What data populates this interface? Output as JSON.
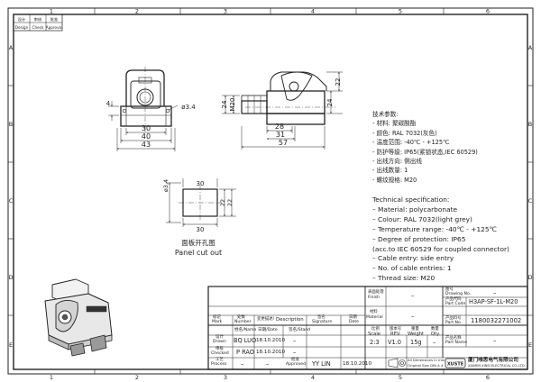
{
  "border_columns": [
    "1",
    "2",
    "3",
    "4",
    "5",
    "6"
  ],
  "border_rows": [
    "A",
    "B",
    "C",
    "D",
    "E"
  ],
  "corner_tab": {
    "c1": "设计",
    "c2": "Design",
    "c3": "审核",
    "c4": "Check",
    "c5": "批准",
    "c6": "Approval"
  },
  "front_view": {
    "dimensions": [
      "30",
      "40",
      "43"
    ],
    "side_dim": "4",
    "hole": "ø3.4"
  },
  "side_view": {
    "dimensions": [
      "28",
      "31",
      "57"
    ],
    "h1": "24",
    "h2": "M20",
    "h3": "24",
    "h4": "22"
  },
  "cutout": {
    "h": "30",
    "v1": "ø3.4",
    "v2": "22",
    "v3": "22",
    "w": "30",
    "label_cn": "面板开孔图",
    "label_en": "Panel cut out"
  },
  "spec_cn": [
    "技术参数:",
    "- 材料: 聚碳酸酯",
    "- 颜色: RAL 7032(灰色)",
    "- 温度范围: -40℃ - +125℃",
    "- 防护等级: IP65(紧锁状态,IEC 60529)",
    "- 出线方向: 侧出线",
    "- 出线数量: 1",
    "- 螺纹规格: M20"
  ],
  "spec_en": [
    "Technical specification:",
    "–  Material: polycarbonate",
    "–  Colour: RAL 7032(light grey)",
    "–  Temperature range: -40℃  -  +125℃",
    "–  Degree of protection: IP65",
    "    (acc.to IEC 60529 for coupled connector)",
    "–  Cable entry: side entry",
    "–  No. of cable entries: 1",
    "–  Thread size: M20"
  ],
  "title_block": {
    "h_mark_cn": "标记",
    "h_mark_en": "Mark",
    "h_qty_cn": "处数",
    "h_qty_en": "Number",
    "h_change_cn": "变更描述/",
    "h_change_en": "Description",
    "h_sign_cn": "签名",
    "h_sign_en": "Signature",
    "h_date_cn": "日期",
    "h_date_en": "Date",
    "c_name": "姓名/Name",
    "c_date": "日期/Date",
    "c_sign": "签名/Stand",
    "r1_cn": "设计",
    "r1_en": "Drown",
    "r2_cn": "审核",
    "r2_en": "Checked",
    "r3_cn": "工艺",
    "r3_en": "Process",
    "r4_cn": "批准",
    "r4_en": "Approved",
    "name1": "BQ  LUO",
    "date1": "18.10.2010",
    "sign1": "–",
    "name2": "P  RAO",
    "date2": "18.10.2010",
    "sign2": "–",
    "name3": "–",
    "date3": "–",
    "name4": "YY  LIN",
    "date4": "18.10.2010",
    "surface_cn": "表面处理",
    "surface_en": "Finish",
    "surface_val": "–",
    "material_cn": "材料",
    "material_en": "Material",
    "material_val": "–",
    "scale_cn": "比例",
    "scale_en": "Scale",
    "scale_val": "2:3",
    "rev_cn": "版本号",
    "rev_en": "REV.",
    "rev_val": "V1.0",
    "weight_cn": "重量",
    "weight_en": "Weight",
    "weight_val": "15g",
    "qty_cn": "数量",
    "qty_en": "Qty.",
    "qty_val": "–",
    "note1": "All Dimensions in mm",
    "note2": "Original Size  DIN A 4",
    "drawing_no_cn": "图号",
    "drawing_no_en": "Drawing No.",
    "drawing_no_val": "–",
    "part_code_cn": "产品代码",
    "part_code_en": "Part Code",
    "part_code_val": "H3AP-SF-1L-M20",
    "part_no_cn": "产品料号",
    "part_no_en": "Part No.",
    "part_no_val": "1180032271002",
    "part_name_cn": "产品名称",
    "part_name_en": "Part Name",
    "part_name_val": "–",
    "logo_text": "XUSTE",
    "company_cn": "厦门唯思电气有限公司",
    "company_en": "XIAMEN XINSI ELECTRICAL CO.,LTD"
  }
}
